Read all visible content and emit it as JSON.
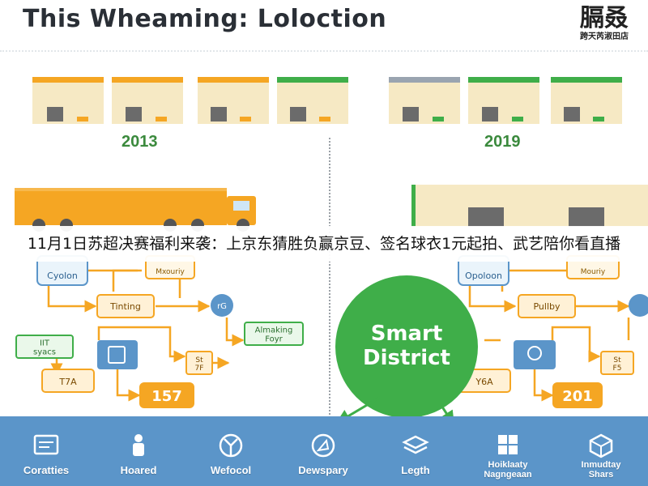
{
  "header": {
    "title": "This Wheaming: Loloction"
  },
  "logo": {
    "main": "膈叒",
    "sub": "跨天芮淑田店"
  },
  "panels": {
    "left": {
      "year": "2013"
    },
    "right": {
      "year": "2019"
    }
  },
  "overlay_caption": "11月1日苏超决赛福利来袭：上京东猜胜负赢京豆、签名球衣1元起拍、武艺陪你看直播",
  "left_flow": {
    "nodes": {
      "option": "Cyolon",
      "top": "Mxouriy",
      "tinting": "Tinting",
      "rg": "rG",
      "almaking": "Almaking\nFoyr",
      "it": "IIT\nsyacs",
      "ts": "T7A",
      "st": "St\n7F",
      "num": "157"
    }
  },
  "right_flow": {
    "nodes": {
      "option": "Opoloon",
      "top": "Mouriy",
      "pullby": "Pullby",
      "ya": "Y6A",
      "st": "St\nF5",
      "num": "201"
    }
  },
  "center_badge": {
    "line1": "Smart",
    "line2": "District"
  },
  "footer": {
    "items": [
      {
        "label": "Coratties"
      },
      {
        "label": "Hoared"
      },
      {
        "label": "Wefocol"
      },
      {
        "label": "Dewspary"
      },
      {
        "label": "Legth"
      },
      {
        "label": "Hoiklaaty\nNagngeaan"
      },
      {
        "label": "Inmudtay\nShars"
      }
    ]
  },
  "colors": {
    "orange": "#f5a623",
    "green": "#3fae49",
    "blue": "#5b95c9",
    "dark": "#2a2f36"
  }
}
